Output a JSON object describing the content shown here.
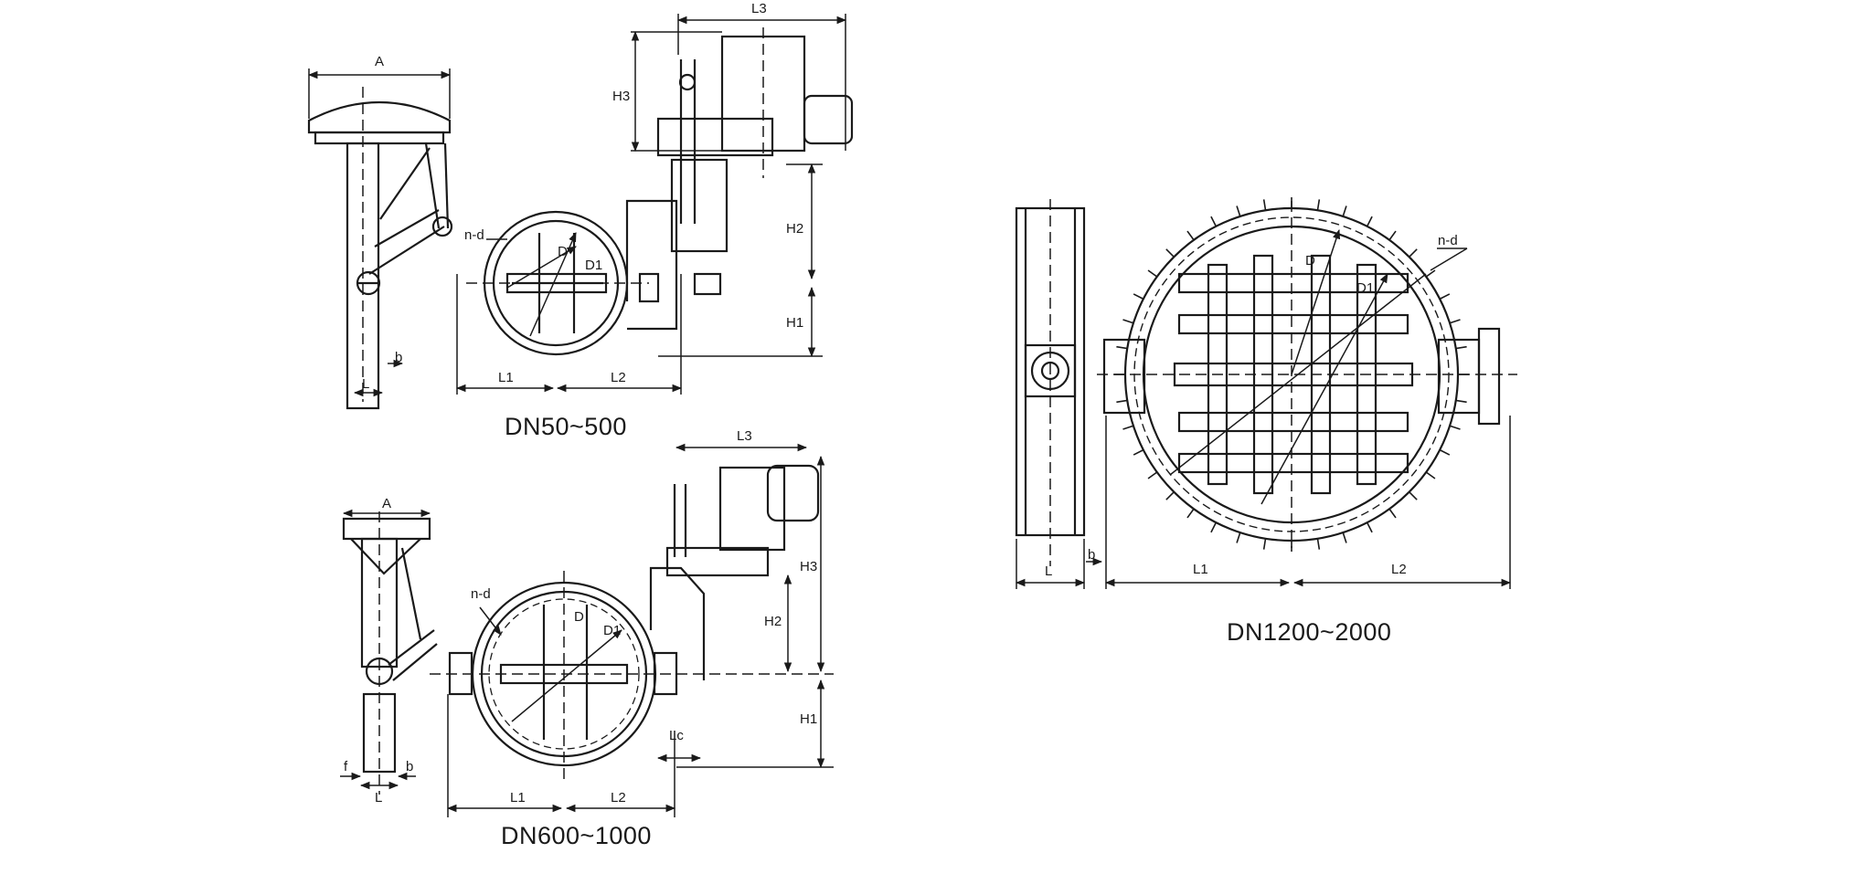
{
  "captions": {
    "small": "DN50~500",
    "medium": "DN600~1000",
    "large": "DN1200~2000"
  },
  "labels": {
    "A": "A",
    "L": "L",
    "b": "b",
    "f": "f",
    "D": "D",
    "D1": "D1",
    "nd": "n-d",
    "L1": "L1",
    "L2": "L2",
    "L3": "L3",
    "Lc": "Lc",
    "H1": "H1",
    "H2": "H2",
    "H3": "H3"
  },
  "colors": {
    "line": "#1a1a1a",
    "background": "#ffffff"
  }
}
